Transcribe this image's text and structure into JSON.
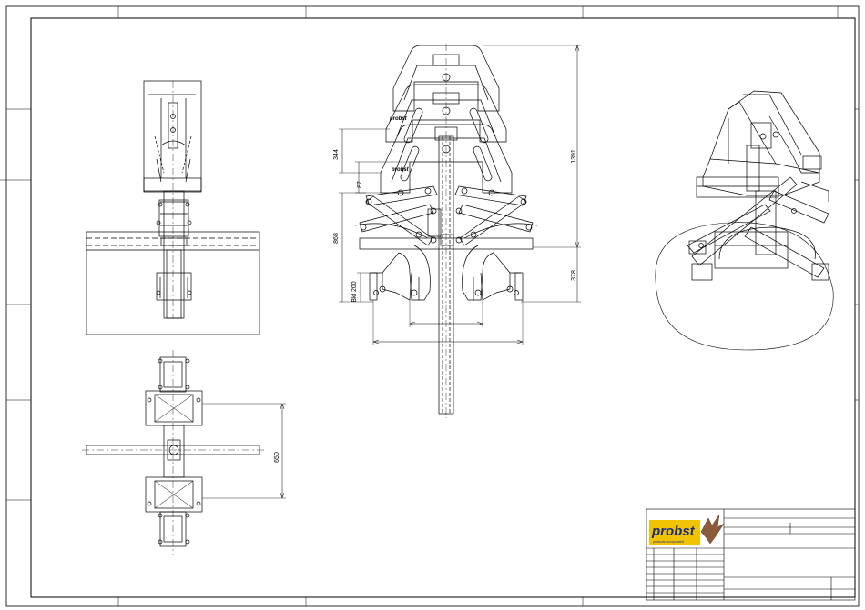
{
  "drawing": {
    "dimensions": {
      "dim_344": "344",
      "dim_87": "87",
      "dim_868": "868",
      "dim_bkl200": "Bkl 200",
      "dim_1391": "1391",
      "dim_378": "378",
      "dim_650": "650"
    },
    "title_block": {
      "logo_text": "probst",
      "logo_tagline": "products incorporated"
    },
    "colors": {
      "line": "#000000",
      "logo_blue": "#1a2f8a",
      "logo_yellow": "#f2c300",
      "eagle": "#8a5a3a"
    }
  }
}
